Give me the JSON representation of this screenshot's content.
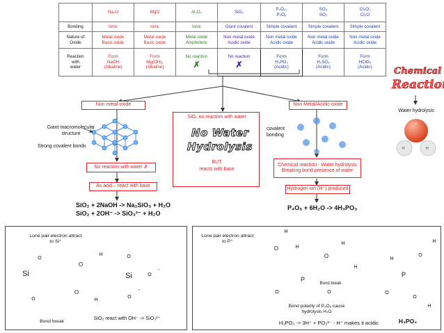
{
  "table": {
    "headers": [
      "",
      "Na₂O",
      "MgO",
      "Al₂O₃",
      "SiO₂",
      "P₄O₁₀ P₄O₆",
      "SO₃ SO₂",
      "Cl₂O₇ Cl₂O"
    ],
    "header_lines": [
      [
        ""
      ],
      [
        "Na₂O"
      ],
      [
        "MgO"
      ],
      [
        "Al₂O₃"
      ],
      [
        "SiO₂"
      ],
      [
        "P₄O₁₀",
        "P₄O₆"
      ],
      [
        "SO₃",
        "SO₂"
      ],
      [
        "Cl₂O₇",
        "Cl₂O"
      ]
    ],
    "rows": [
      {
        "label": [
          "Bonding"
        ],
        "cells": [
          [
            "Ionic"
          ],
          [
            "Ionic"
          ],
          [
            "Ionic"
          ],
          [
            "Giant covalent"
          ],
          [
            "Simple covalent"
          ],
          [
            "Simple covalent"
          ],
          [
            "Simple covalent"
          ]
        ]
      },
      {
        "label": [
          "Nature of",
          "Oxide"
        ],
        "cells": [
          [
            "Metal oxide",
            "Basic oxide"
          ],
          [
            "Metal oxide",
            "Basic oxide"
          ],
          [
            "Metal oxide",
            "Amphoteric"
          ],
          [
            "Non metal oxide",
            "Acidic oxide"
          ],
          [
            "Non metal oxide",
            "Acidic oxide"
          ],
          [
            "Non metal oxide",
            "Acidic oxide"
          ],
          [
            "Non metal oxide",
            "Acidic oxide"
          ]
        ]
      },
      {
        "label": [
          "Reaction",
          "with",
          "water"
        ],
        "cells": [
          [
            "Form",
            "NaOH",
            "(Alkaline)"
          ],
          [
            "Form",
            "Mg(OH)₂",
            "(Alkaline)"
          ],
          [
            "No reaction",
            "✗"
          ],
          [
            "No reaction",
            "✗"
          ],
          [
            "Form",
            "H₃PO₃",
            "(Acidic)"
          ],
          [
            "Form",
            "H₂SO₄",
            "(Acidic)"
          ],
          [
            "Form",
            "HClO₄",
            "(Acidic)"
          ]
        ]
      }
    ]
  },
  "left_branch": {
    "box_title": "Non metal oxide",
    "structure_label": "Giant macromolecular structure",
    "bond_label": "Strong covalent bonds",
    "no_reaction": "No reaction with water ✗",
    "acid_label": "As acid – react with base",
    "eq1": "SiO₂ + 2NaOH -> Na₂SiO₃ + H₂O",
    "eq2": "SiO₂ + 2OH⁻   -> SiO₃²⁻   + H₂O"
  },
  "middle_branch": {
    "title": "SiO₂ no reaction with water",
    "big1": "No Water",
    "big2": "Hydrolysis",
    "but": "BUT",
    "reacts": "reacts with base"
  },
  "right_branch": {
    "box_title": "Non Metal/Acidic oxide",
    "covalent": "covalent bonding",
    "chem_reaction": "Chemical reaction - Water hydrolysis",
    "breaking": "Breaking bond presence of water",
    "hydrogen": "Hydrogen ion (H⁺) produced",
    "eq": "P₄O₆  + 6H₂O  -> 4H₃PO₃"
  },
  "corner": {
    "chem1": "Chemical",
    "chem2": "Reaction",
    "water_hydrolysis": "Water hydrolysis"
  },
  "panel_left": {
    "lone_pair": "Lone pair electron attract to Si⁺",
    "bond_break": "Bond break",
    "caption": "SiO₂ react with OH⁻ -> SiO₃²⁻",
    "atoms": {
      "si": "Si",
      "o": "O",
      "h": "H",
      "minus": "-"
    }
  },
  "panel_right": {
    "lone_pair": "Lone pair electron attract to P⁺",
    "bond_break": "Bond break",
    "polarity": "Bond polarity of P₄O₆ cause hydrolysis H₂O",
    "caption": "H₃PO₃ -> 3H⁺  + PO₃³⁻ - H⁺ makes it acidic",
    "product": "H₃PO₃",
    "atoms": {
      "p": "P",
      "o": "O",
      "h": "H"
    }
  },
  "colors": {
    "red": "#d8232a",
    "green": "#2f7d1e",
    "purple": "#4b1fa3",
    "blue": "#1f3fa8",
    "orange": "#f47a20"
  }
}
